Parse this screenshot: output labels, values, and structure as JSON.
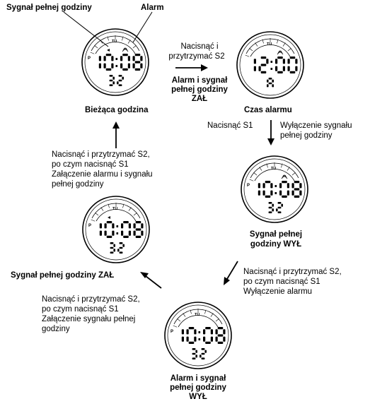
{
  "labels": {
    "sygnal_top": "Sygnał pełnej godziny",
    "alarm_top": "Alarm",
    "biezaca": "Bieżąca godzina",
    "czas_alarmu": "Czas alarmu",
    "alarm_on_line1": "Alarm i sygnał",
    "alarm_on_line2": "pełnej godziny",
    "alarm_on_line3": "ZAŁ",
    "sygnal_off_line1": "Sygnał pełnej",
    "sygnal_off_line2": "godziny WYŁ",
    "sygnal_on_left": "Sygnał pełnej godziny ZAŁ",
    "all_off_line1": "Alarm i sygnał",
    "all_off_line2": "pełnej godziny",
    "all_off_line3": "WYŁ"
  },
  "instructions": {
    "press_hold_s2_line1": "Nacisnąć i",
    "press_hold_s2_line2": "przytrzymać S2",
    "press_s1": "Nacisnąć S1",
    "chime_off_line1": "Wyłączenie sygnału",
    "chime_off_line2": "pełnej godziny",
    "alarm_off_line1": "Nacisnąć i przytrzymać S2,",
    "alarm_off_line2": "po czym nacisnąć S1",
    "alarm_off_line3": "Wyłączenie alarmu",
    "chime_on_line1": "Nacisnąć i przytrzymać S2,",
    "chime_on_line2": "po czym nacisnąć S1",
    "chime_on_line3": "Załączenie sygnału pełnej",
    "chime_on_line4": "godziny",
    "both_on_line1": "Nacisnąć i przytrzymać S2,",
    "both_on_line2": "po czym nacisnąć S1",
    "both_on_line3": "Załączenie alarmu i sygnału",
    "both_on_line4": "pełnej godziny"
  },
  "watches": [
    {
      "time": "10:08",
      "seconds": "32",
      "period": "P",
      "day": "TU",
      "chime_icon": true,
      "alarm_icon": true
    },
    {
      "time": "12:00",
      "seconds": "A",
      "period": "",
      "day": "TU",
      "chime_icon": false,
      "alarm_icon": true
    },
    {
      "time": "10:08",
      "seconds": "32",
      "period": "P",
      "day": "TU",
      "chime_icon": false,
      "alarm_icon": true
    },
    {
      "time": "10:08",
      "seconds": "32",
      "period": "P",
      "day": "TU",
      "chime_icon": true,
      "alarm_icon": false
    },
    {
      "time": "10:08",
      "seconds": "32",
      "period": "P",
      "day": "TU",
      "chime_icon": false,
      "alarm_icon": false
    }
  ]
}
